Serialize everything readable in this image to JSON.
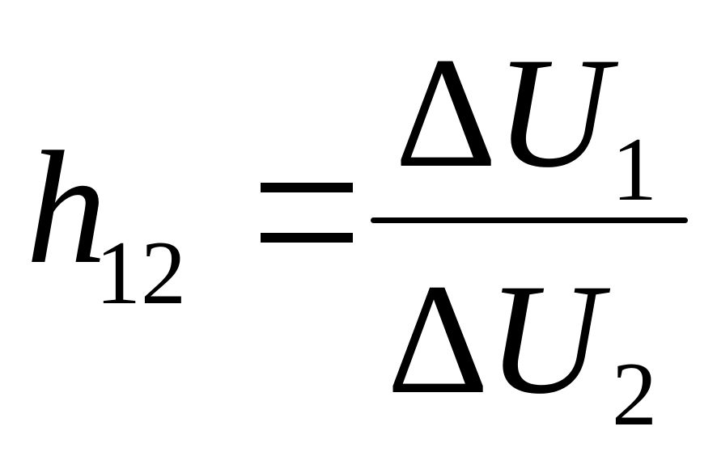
{
  "formula": {
    "lhs": {
      "variable": "h",
      "subscript": "12"
    },
    "operator": "=",
    "numerator": {
      "delta": "Δ",
      "variable": "U",
      "subscript": "1"
    },
    "denominator": {
      "delta": "Δ",
      "variable": "U",
      "subscript": "2"
    }
  }
}
